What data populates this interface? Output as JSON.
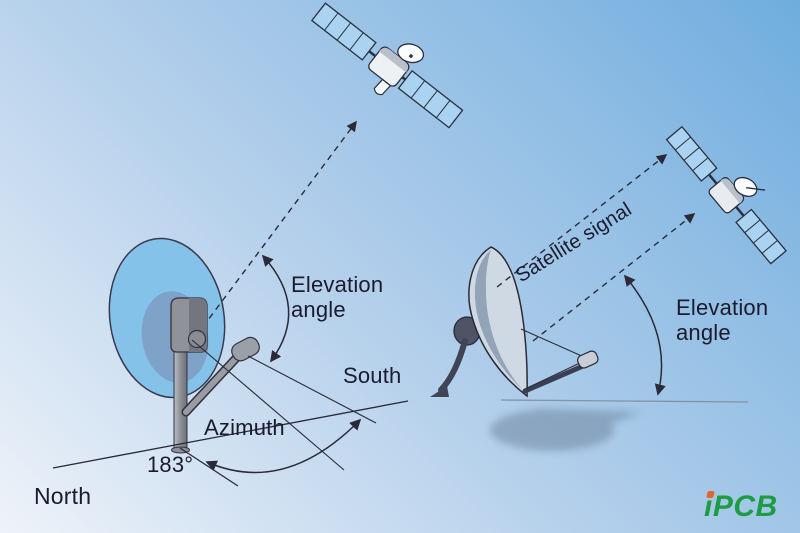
{
  "scene": "satellite-dish-pointing-diagram",
  "left_diagram": {
    "elevation_angle": "Elevation angle",
    "south": "South",
    "azimuth": "Azimuth",
    "azimuth_value": "183°",
    "north": "North"
  },
  "right_diagram": {
    "satellite_signal": "Satellite signal",
    "elevation_angle": "Elevation angle"
  },
  "logo": {
    "i": "i",
    "rest": "PCB",
    "green": "#1e9c43",
    "dot_orange": "#e2662c"
  },
  "icons": {
    "satellite_top": "satellite-icon",
    "satellite_right": "satellite-icon",
    "left_antenna": "offset-dish-antenna-icon",
    "right_antenna": "parabolic-dish-antenna-icon"
  },
  "colors": {
    "sky_top_right": "#6fadde",
    "sky_bottom_left": "#eef3f9",
    "line": "#2a2a38",
    "text": "#1b1b2d",
    "dish_blue": "#84c2ea",
    "dish_inner_blue": "#7d9ec4",
    "metal_grey": "#90929a",
    "solar_panel_blue": "#a9d3f0",
    "right_dish_face": "#cfd9e4",
    "right_dish_shade": "#93a3b8"
  }
}
